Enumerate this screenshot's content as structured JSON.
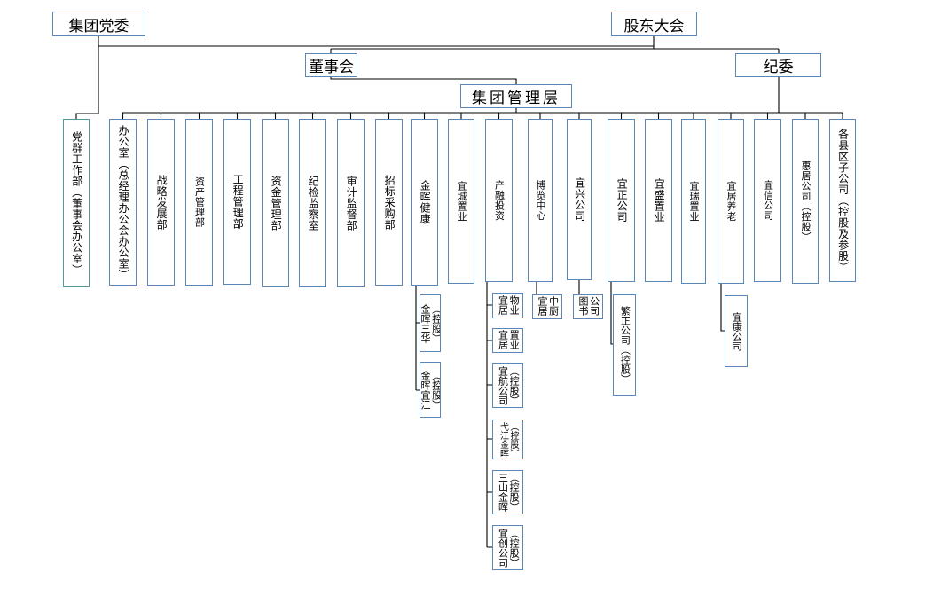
{
  "top": {
    "party_committee": "集团党委",
    "shareholders_meeting": "股东大会",
    "board": "董事会",
    "discipline_committee": "纪委",
    "management": "集团管理层"
  },
  "departments": [
    {
      "label": "党群工作部（董事会办公室）"
    },
    {
      "label": "办公室（总经理办公会办公室）"
    },
    {
      "label": "战略发展部"
    },
    {
      "label": "资产管理部"
    },
    {
      "label": "工程管理部"
    },
    {
      "label": "资金管理部"
    },
    {
      "label": "纪检监察室"
    },
    {
      "label": "审计监督部"
    },
    {
      "label": "招标采购部"
    },
    {
      "label": "金晖健康",
      "subsidiaries": [
        {
          "name": "金晖三华",
          "note": "（控股）"
        },
        {
          "name": "金晖宜江",
          "note": "（控股）"
        }
      ]
    },
    {
      "label": "宜城置业"
    },
    {
      "label": "产融投资",
      "subsidiaries": [
        {
          "name": "宜居物业"
        },
        {
          "name": "宜居置业"
        },
        {
          "name": "宜航公司",
          "note": "（控股）"
        },
        {
          "name": "弋江金晖",
          "note": "（控股）"
        },
        {
          "name": "三山金晖",
          "note": "（控股）"
        },
        {
          "name": "宜创公司",
          "note": "（控股）"
        }
      ]
    },
    {
      "label": "博览中心",
      "subsidiaries": [
        {
          "name": "宜居中厨"
        }
      ]
    },
    {
      "label": "宜兴公司",
      "subsidiaries": [
        {
          "name": "图书公司"
        }
      ]
    },
    {
      "label": "宜正公司",
      "subsidiaries": [
        {
          "name": "繁正公司",
          "note": "（控股）"
        }
      ]
    },
    {
      "label": "宜盛置业"
    },
    {
      "label": "宜瑞置业"
    },
    {
      "label": "宜居养老",
      "subsidiaries": [
        {
          "name": "宜康公司"
        }
      ]
    },
    {
      "label": "宜信公司"
    },
    {
      "label": "惠居公司（控股）"
    },
    {
      "label": "各县区子公司（控股及参股）"
    }
  ],
  "colors": {
    "box_border": "#5b87b8",
    "line": "#000000"
  }
}
